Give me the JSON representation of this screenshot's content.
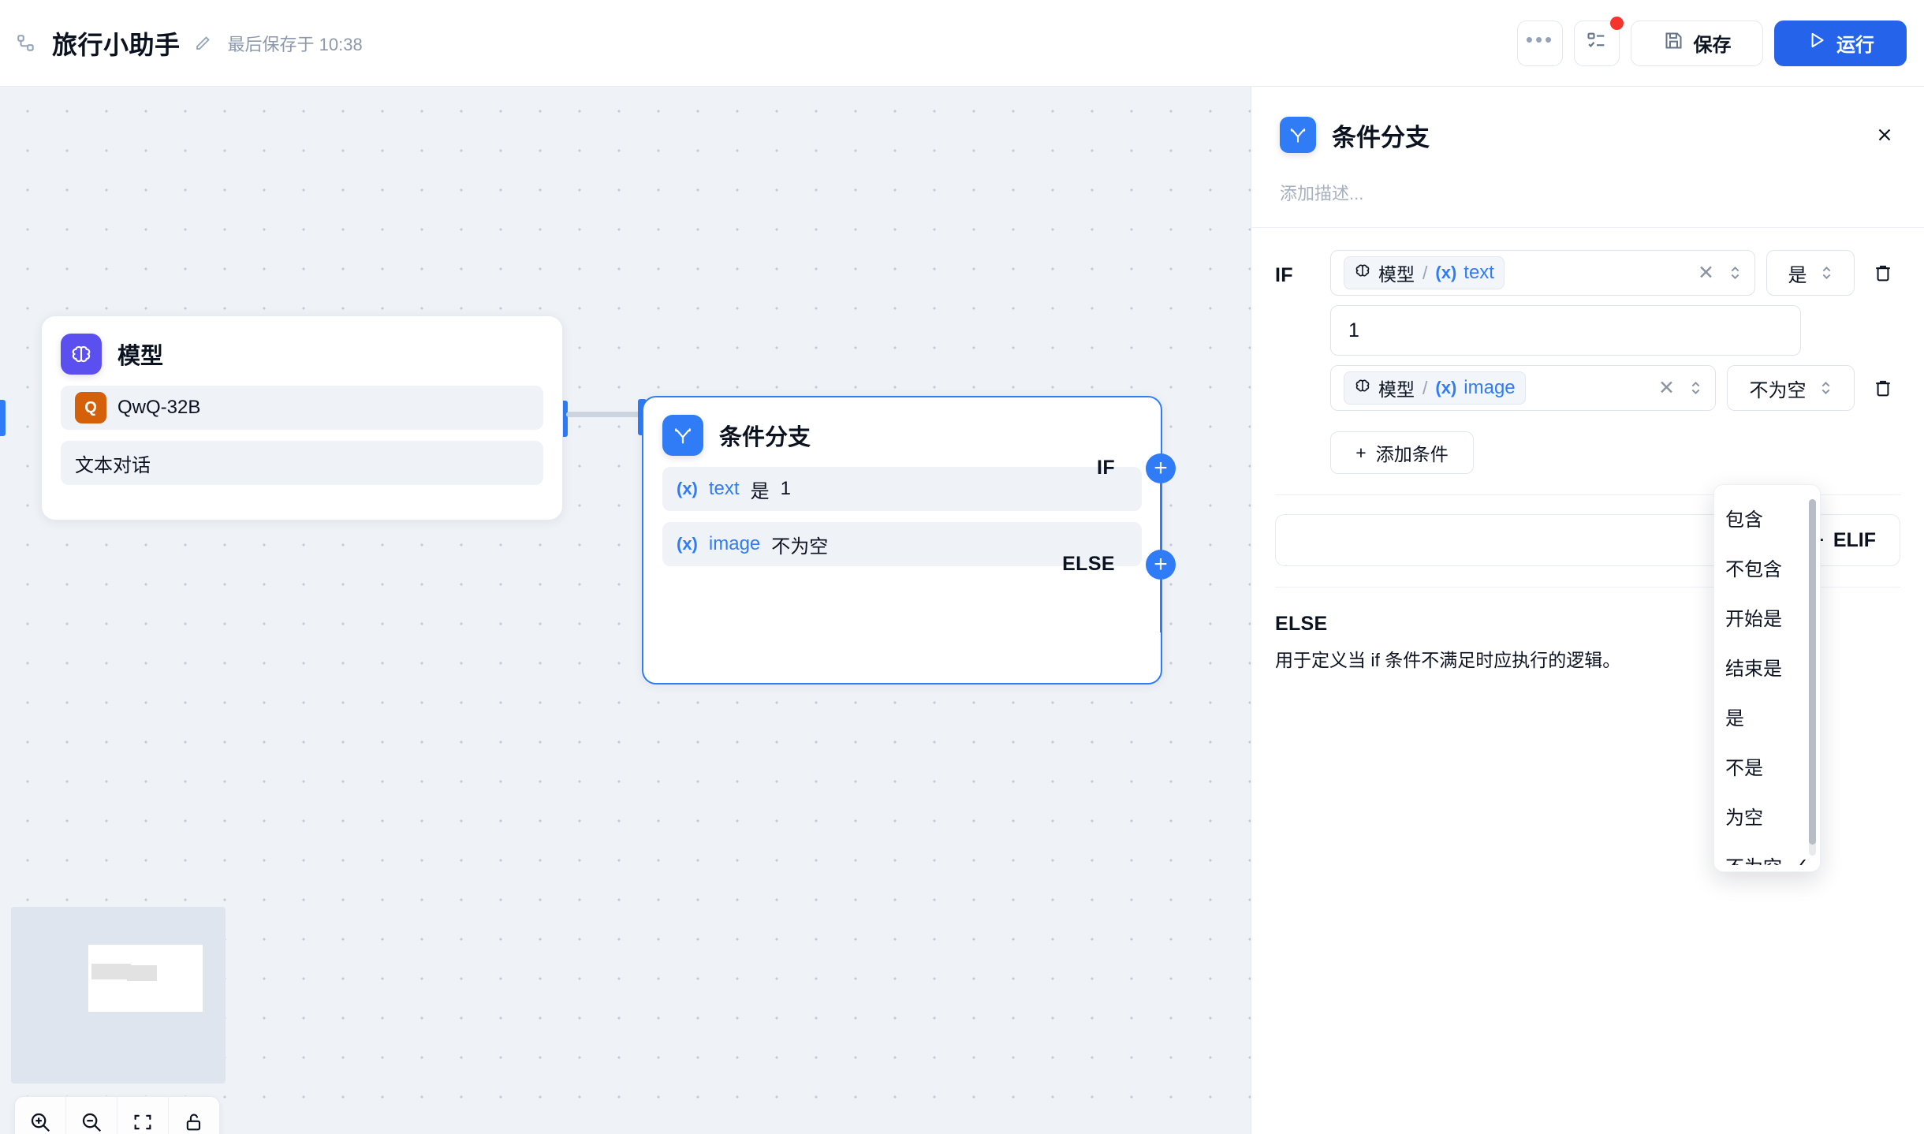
{
  "header": {
    "flow_icon": "workflow-icon",
    "title": "旅行小助手",
    "edit_icon": "pencil-icon",
    "saved_text": "最后保存于 10:38",
    "more_icon": "ellipsis-icon",
    "checklist_icon": "checklist-icon",
    "save_icon": "floppy-disk-icon",
    "save_label": "保存",
    "run_icon": "play-icon",
    "run_label": "运行",
    "badge_color": "#f4352e",
    "run_color": "#2563eb"
  },
  "canvas": {
    "nodes": [
      {
        "badge_icon": "brain-icon",
        "badge_color": "#5b4ff0",
        "title": "模型",
        "rows": [
          {
            "avatar": "Q",
            "avatar_color": "#d4600a",
            "label": "QwQ-32B"
          },
          {
            "label": "文本对话"
          }
        ]
      },
      {
        "badge_icon": "branch-icon",
        "badge_color": "#2f7cf6",
        "title": "条件分支",
        "if_label": "IF",
        "else_label": "ELSE",
        "conditions": [
          {
            "var_icon": "(x)",
            "var": "text",
            "op": "是",
            "value": "1"
          },
          {
            "var_icon": "(x)",
            "var": "image",
            "op": "不为空",
            "value": ""
          }
        ]
      }
    ],
    "controls": [
      {
        "icon": "zoom-in-icon"
      },
      {
        "icon": "zoom-out-icon"
      },
      {
        "icon": "fit-view-icon"
      },
      {
        "icon": "unlock-icon"
      }
    ]
  },
  "panel": {
    "badge_icon": "branch-icon",
    "title": "条件分支",
    "close_icon": "close-icon",
    "description_placeholder": "添加描述...",
    "if_label": "IF",
    "conditions": [
      {
        "var_node_icon": "brain-icon",
        "var_node": "模型",
        "separator": "/",
        "var_icon": "(x)",
        "var_name": "text",
        "clear_icon": "x-icon",
        "caret_icon": "chevron-updown-icon",
        "operator": "是",
        "delete_icon": "trash-icon",
        "value": "1",
        "has_value_field": true
      },
      {
        "var_node_icon": "brain-icon",
        "var_node": "模型",
        "separator": "/",
        "var_icon": "(x)",
        "var_name": "image",
        "clear_icon": "x-icon",
        "caret_icon": "chevron-updown-icon",
        "operator": "不为空",
        "delete_icon": "trash-icon",
        "value": "",
        "has_value_field": false
      }
    ],
    "add_condition_label": "添加条件",
    "add_condition_icon": "plus-icon",
    "elif_label": "ELIF",
    "elif_icon": "plus-icon",
    "else_title": "ELSE",
    "else_description": "用于定义当 if 条件不满足时应执行的逻辑。"
  },
  "dropdown": {
    "selected": "不为空",
    "check_icon": "check-icon",
    "options": [
      "包含",
      "不包含",
      "开始是",
      "结束是",
      "是",
      "不是",
      "为空",
      "不为空"
    ]
  }
}
